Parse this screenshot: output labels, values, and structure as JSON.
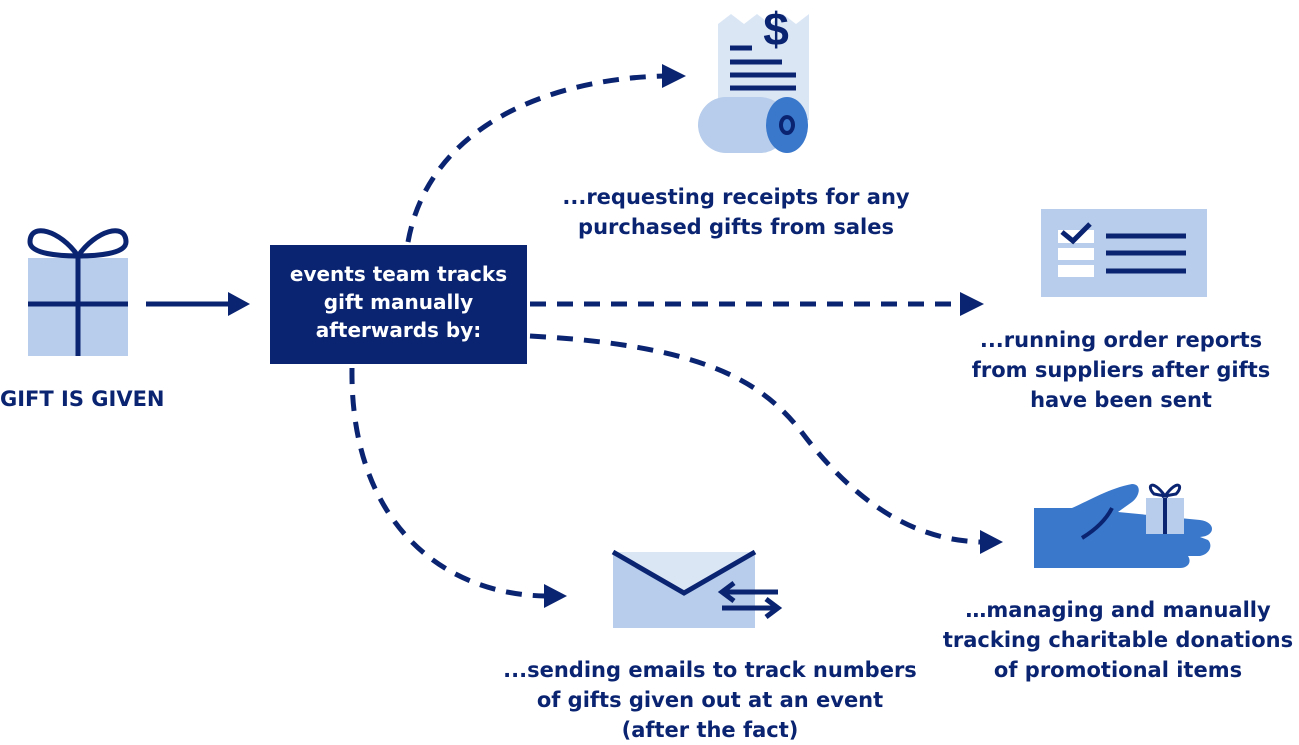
{
  "start": {
    "label": "GIFT IS GIVEN"
  },
  "center_box": {
    "lines": [
      "events team tracks",
      "gift manually",
      "afterwards by:"
    ]
  },
  "outcomes": {
    "receipts": {
      "lines": [
        "...requesting receipts for any",
        "purchased gifts from sales"
      ],
      "icon": "receipt-roll-dollar-icon"
    },
    "reports": {
      "lines": [
        "...running order reports",
        "from suppliers after gifts",
        "have been sent"
      ],
      "icon": "checklist-report-icon"
    },
    "donations": {
      "lines": [
        "…managing and manually",
        "tracking charitable donations",
        "of promotional items"
      ],
      "icon": "hand-giving-gift-icon"
    },
    "emails": {
      "lines": [
        "...sending emails to track numbers",
        "of gifts given out at an event",
        "(after the fact)"
      ],
      "icon": "envelope-exchange-icon"
    }
  },
  "colors": {
    "navy": "#0b2472",
    "light_blue": "#b7cdeb",
    "mid_blue": "#3a78cc",
    "pale_blue": "#dbe6f5"
  }
}
